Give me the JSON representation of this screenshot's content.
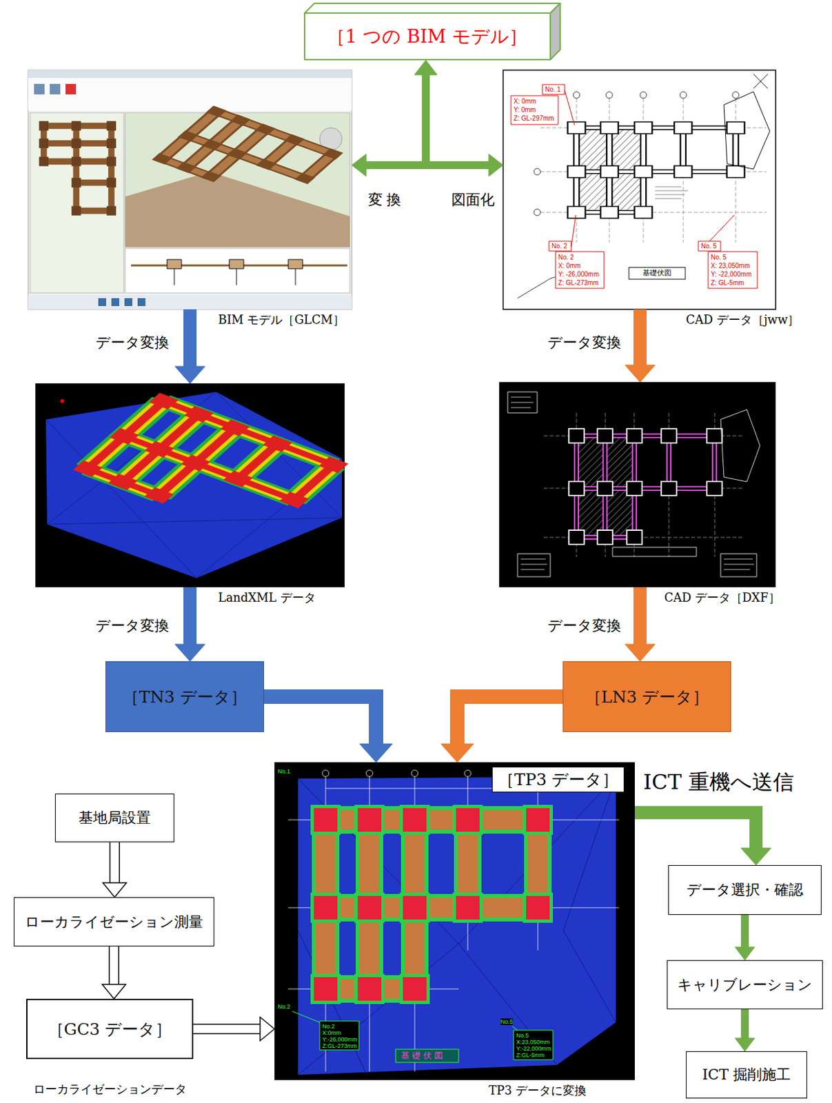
{
  "diagram": {
    "nodes": [
      {
        "text": [
          "［1 つの BIM モデル］"
        ]
      },
      {
        "text": [
          "BIM モデル［GLCM］"
        ]
      },
      {
        "text": [
          "CAD データ［jww］"
        ]
      },
      {
        "text": [
          "LandXML データ"
        ]
      },
      {
        "text": [
          "CAD データ［DXF］"
        ]
      },
      {
        "text": [
          "［TN3 データ］"
        ]
      },
      {
        "text": [
          "［LN3 データ］"
        ]
      },
      {
        "text": [
          "［TP3 データ］",
          "TP3 データに変換"
        ]
      },
      {
        "text": [
          "基地局設置"
        ]
      },
      {
        "text": [
          "ローカライゼーション測量"
        ]
      },
      {
        "text": [
          "［GC3 データ］",
          "ローカライゼーションデータ"
        ]
      },
      {
        "text": [
          "データ選択・確認"
        ]
      },
      {
        "text": [
          "キャリブレーション"
        ]
      },
      {
        "text": [
          "ICT 掘削施工"
        ]
      }
    ],
    "edges": [
      {
        "from": 0,
        "to": 1,
        "label": "変 換",
        "arrow": "both"
      },
      {
        "from": 0,
        "to": 2,
        "label": "図面化",
        "arrow": "both"
      },
      {
        "from": 1,
        "to": 3,
        "label": "データ変換",
        "arrow": "to"
      },
      {
        "from": 2,
        "to": 4,
        "label": "データ変換",
        "arrow": "to"
      },
      {
        "from": 3,
        "to": 5,
        "label": "データ変換",
        "arrow": "to"
      },
      {
        "from": 4,
        "to": 6,
        "label": "データ変換",
        "arrow": "to"
      },
      {
        "from": 5,
        "to": 7,
        "arrow": "to"
      },
      {
        "from": 6,
        "to": 7,
        "arrow": "to"
      },
      {
        "from": 8,
        "to": 9,
        "arrow": "to"
      },
      {
        "from": 9,
        "to": 10,
        "arrow": "to"
      },
      {
        "from": 10,
        "to": 7,
        "arrow": "to"
      },
      {
        "from": 7,
        "to": 11,
        "label": "ICT 重機へ送信",
        "arrow": "to"
      },
      {
        "from": 11,
        "to": 12,
        "arrow": "to"
      },
      {
        "from": 12,
        "to": 13,
        "arrow": "to"
      }
    ],
    "labels": [
      "No. 1",
      "X: 0mm",
      "Y: 0mm",
      "Z: GL-297mm",
      "No. 2",
      "No. 2",
      "X: 0mm",
      "Y: -26,000mm",
      "Z: GL-273mm",
      "No. 5",
      "No. 5",
      "X: 23,050mm",
      "Y: -22,000mm",
      "Z: GL-5mm",
      "基礎伏図",
      "No.1",
      "No.2",
      "No.2",
      "X:0mm",
      "Y:-26,000mm",
      "Z:GL-273mm",
      "No.5",
      "No.5",
      "X:23,050mm",
      "Y:-22,000mm",
      "Z:GL-5mm",
      "基 礎 伏 図"
    ]
  }
}
